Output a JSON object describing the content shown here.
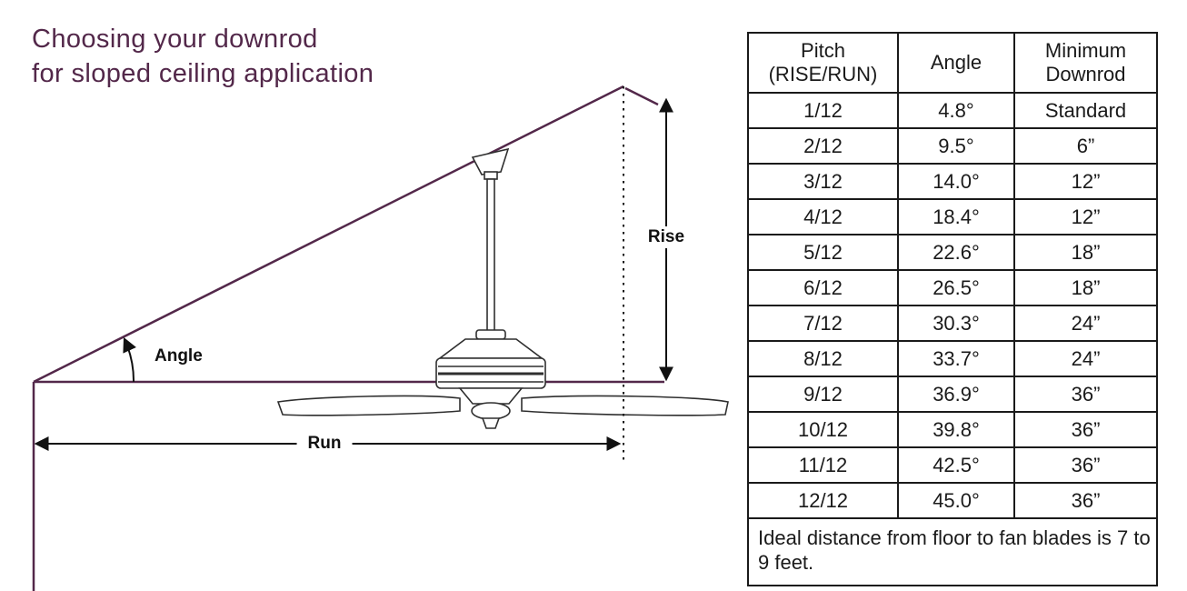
{
  "title": {
    "line1": "Choosing your downrod",
    "line2": "for sloped ceiling application"
  },
  "diagram": {
    "rise_label": "Rise",
    "run_label": "Run",
    "angle_label": "Angle"
  },
  "table": {
    "headers": {
      "pitch_line1": "Pitch",
      "pitch_line2": "(RISE/RUN)",
      "angle": "Angle",
      "downrod_line1": "Minimum",
      "downrod_line2": "Downrod"
    },
    "rows": [
      {
        "pitch": "1/12",
        "angle": "4.8°",
        "downrod": "Standard"
      },
      {
        "pitch": "2/12",
        "angle": "9.5°",
        "downrod": "6”"
      },
      {
        "pitch": "3/12",
        "angle": "14.0°",
        "downrod": "12”"
      },
      {
        "pitch": "4/12",
        "angle": "18.4°",
        "downrod": "12”"
      },
      {
        "pitch": "5/12",
        "angle": "22.6°",
        "downrod": "18”"
      },
      {
        "pitch": "6/12",
        "angle": "26.5°",
        "downrod": "18”"
      },
      {
        "pitch": "7/12",
        "angle": "30.3°",
        "downrod": "24”"
      },
      {
        "pitch": "8/12",
        "angle": "33.7°",
        "downrod": "24”"
      },
      {
        "pitch": "9/12",
        "angle": "36.9°",
        "downrod": "36”"
      },
      {
        "pitch": "10/12",
        "angle": "39.8°",
        "downrod": "36”"
      },
      {
        "pitch": "11/12",
        "angle": "42.5°",
        "downrod": "36”"
      },
      {
        "pitch": "12/12",
        "angle": "45.0°",
        "downrod": "36”"
      }
    ],
    "footer": "Ideal distance from floor to fan blades is 7 to 9 feet."
  },
  "colors": {
    "accent": "#53284a",
    "line": "#111111"
  }
}
